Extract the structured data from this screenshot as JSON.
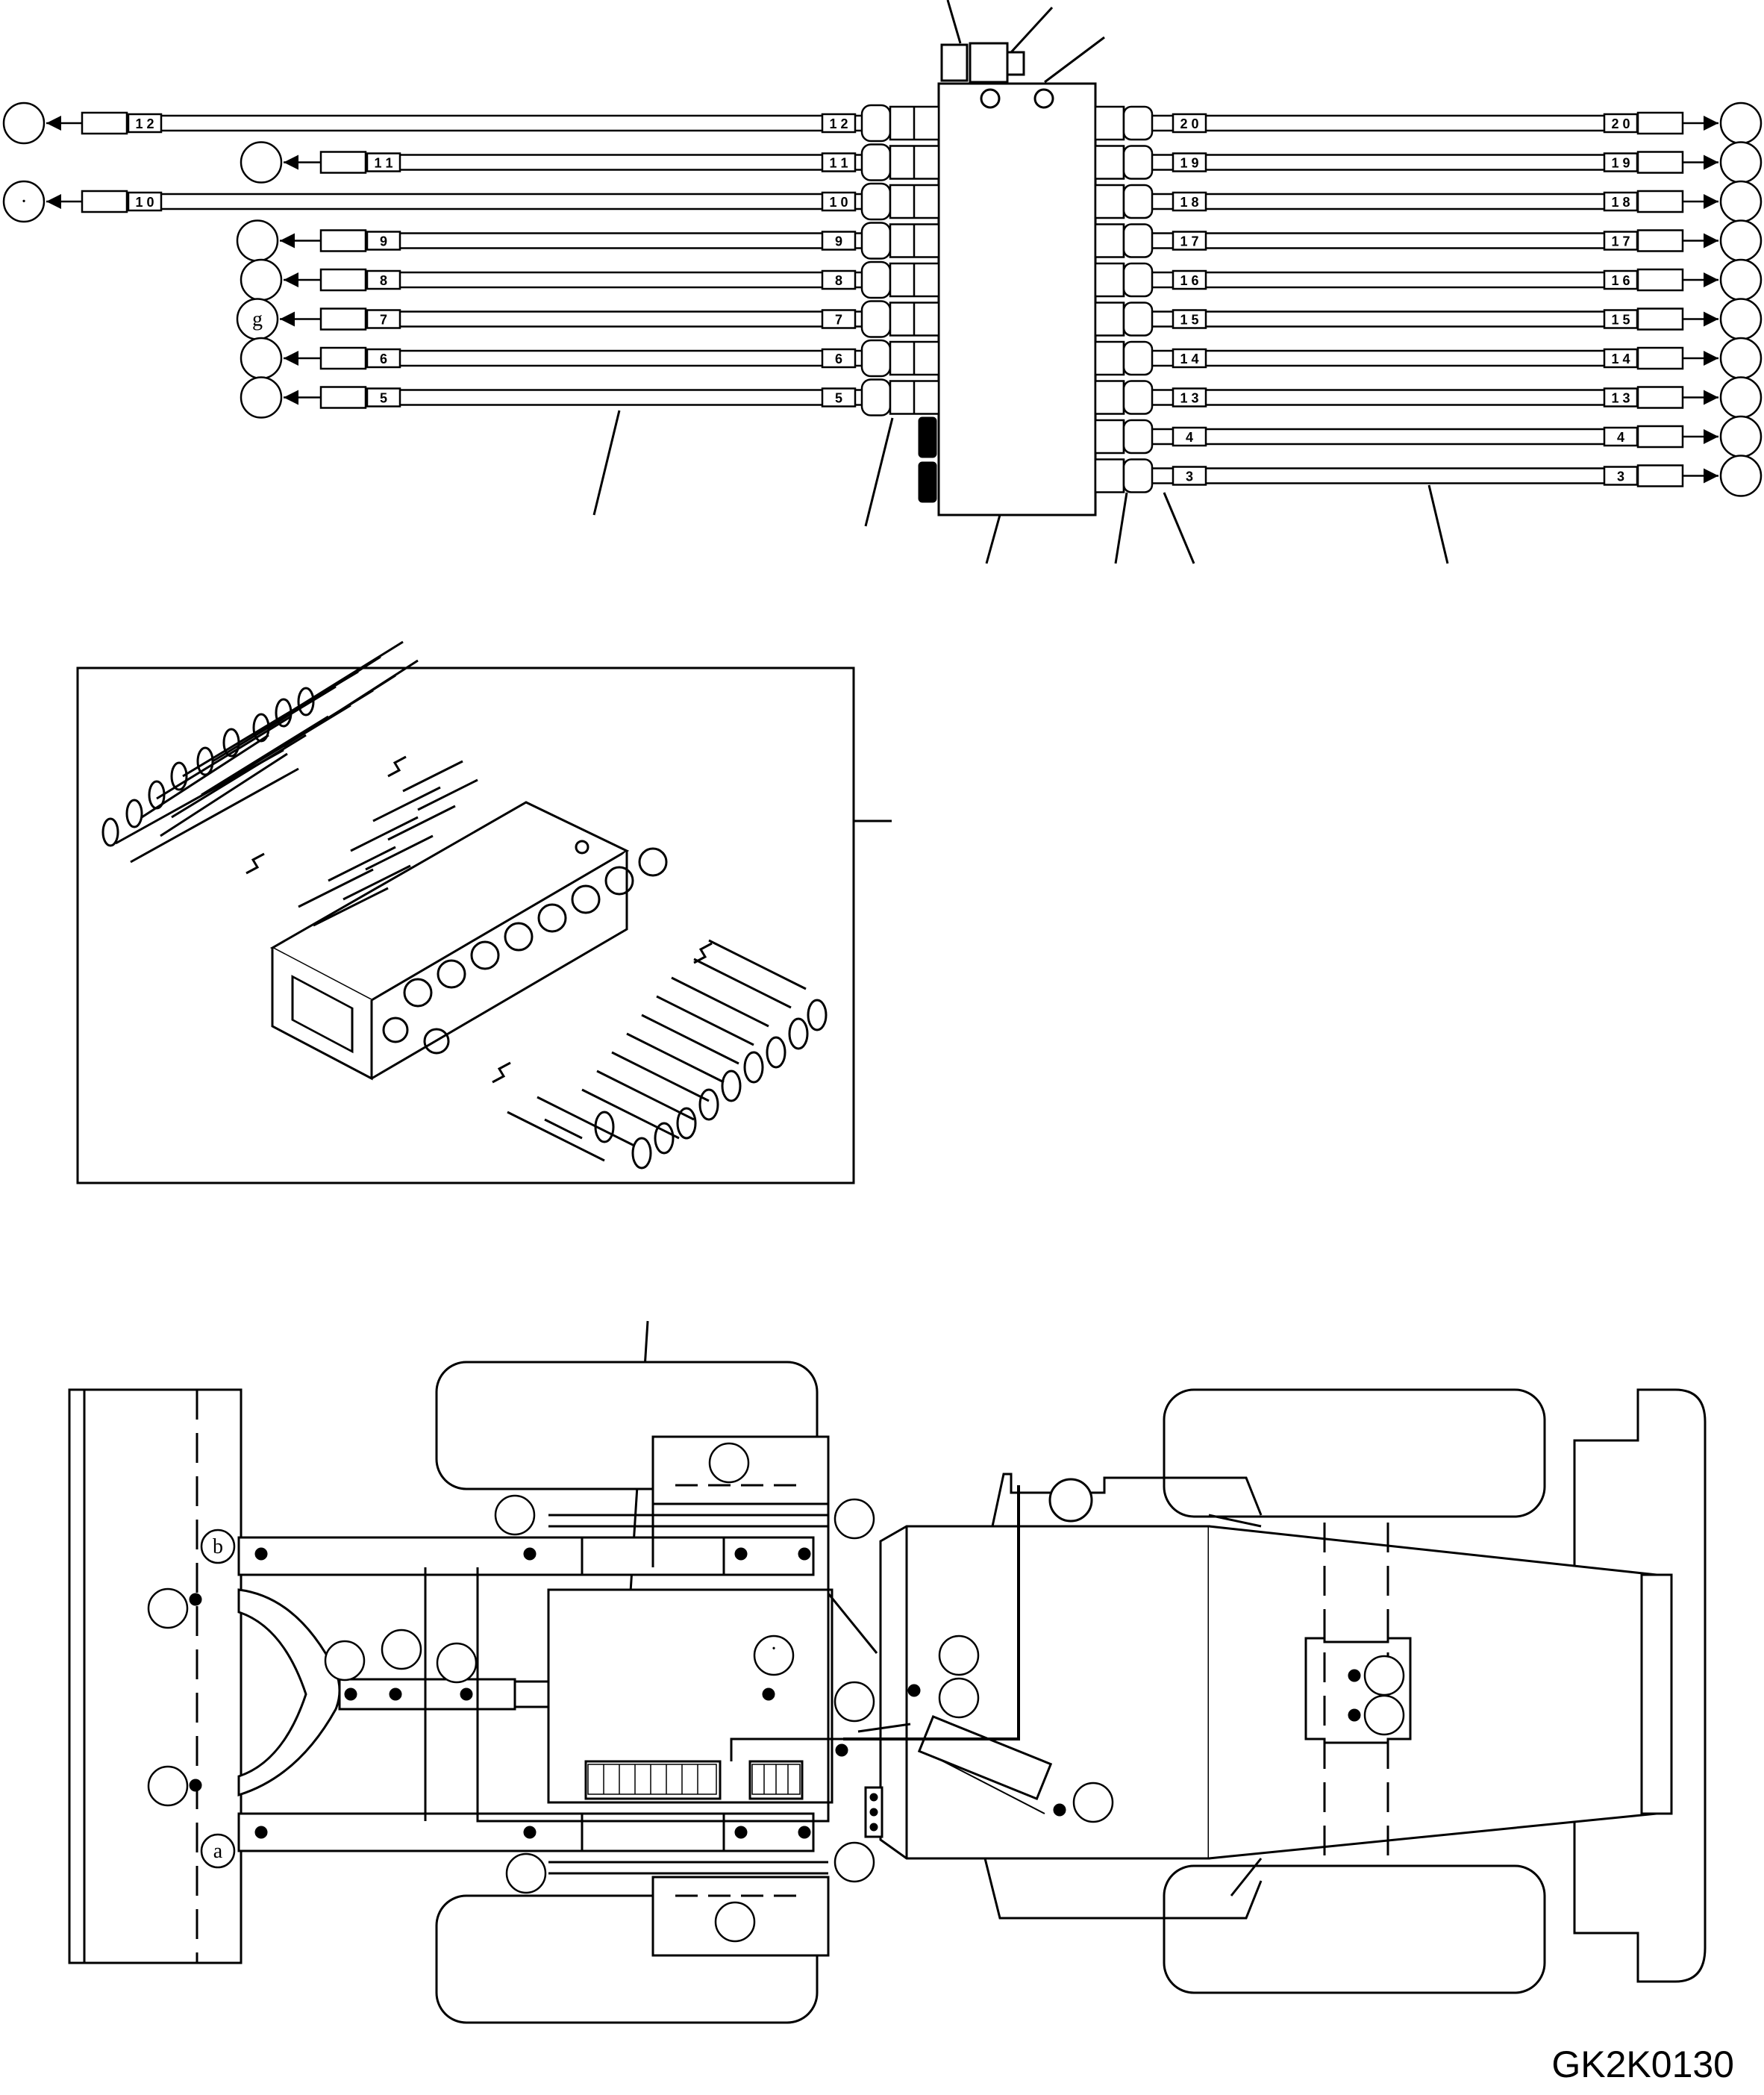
{
  "drawing_id": "GK2K0130",
  "header_manifold": {
    "left_hoses": [
      {
        "tag": "1 2",
        "callout": ""
      },
      {
        "tag": "1 1",
        "callout": ""
      },
      {
        "tag": "1 0",
        "callout": "·"
      },
      {
        "tag": "9",
        "callout": ""
      },
      {
        "tag": "8",
        "callout": ""
      },
      {
        "tag": "7",
        "callout": "g"
      },
      {
        "tag": "6",
        "callout": ""
      },
      {
        "tag": "5",
        "callout": ""
      }
    ],
    "right_hoses": [
      {
        "tag": "2 0"
      },
      {
        "tag": "1 9"
      },
      {
        "tag": "1 8"
      },
      {
        "tag": "1 7"
      },
      {
        "tag": "1 6"
      },
      {
        "tag": "1 5"
      },
      {
        "tag": "1 4"
      },
      {
        "tag": "1 3"
      },
      {
        "tag": "4"
      },
      {
        "tag": "3"
      }
    ]
  },
  "plan_view": {
    "callout_b": "b",
    "callout_a": "a",
    "callout_dot": "·"
  }
}
